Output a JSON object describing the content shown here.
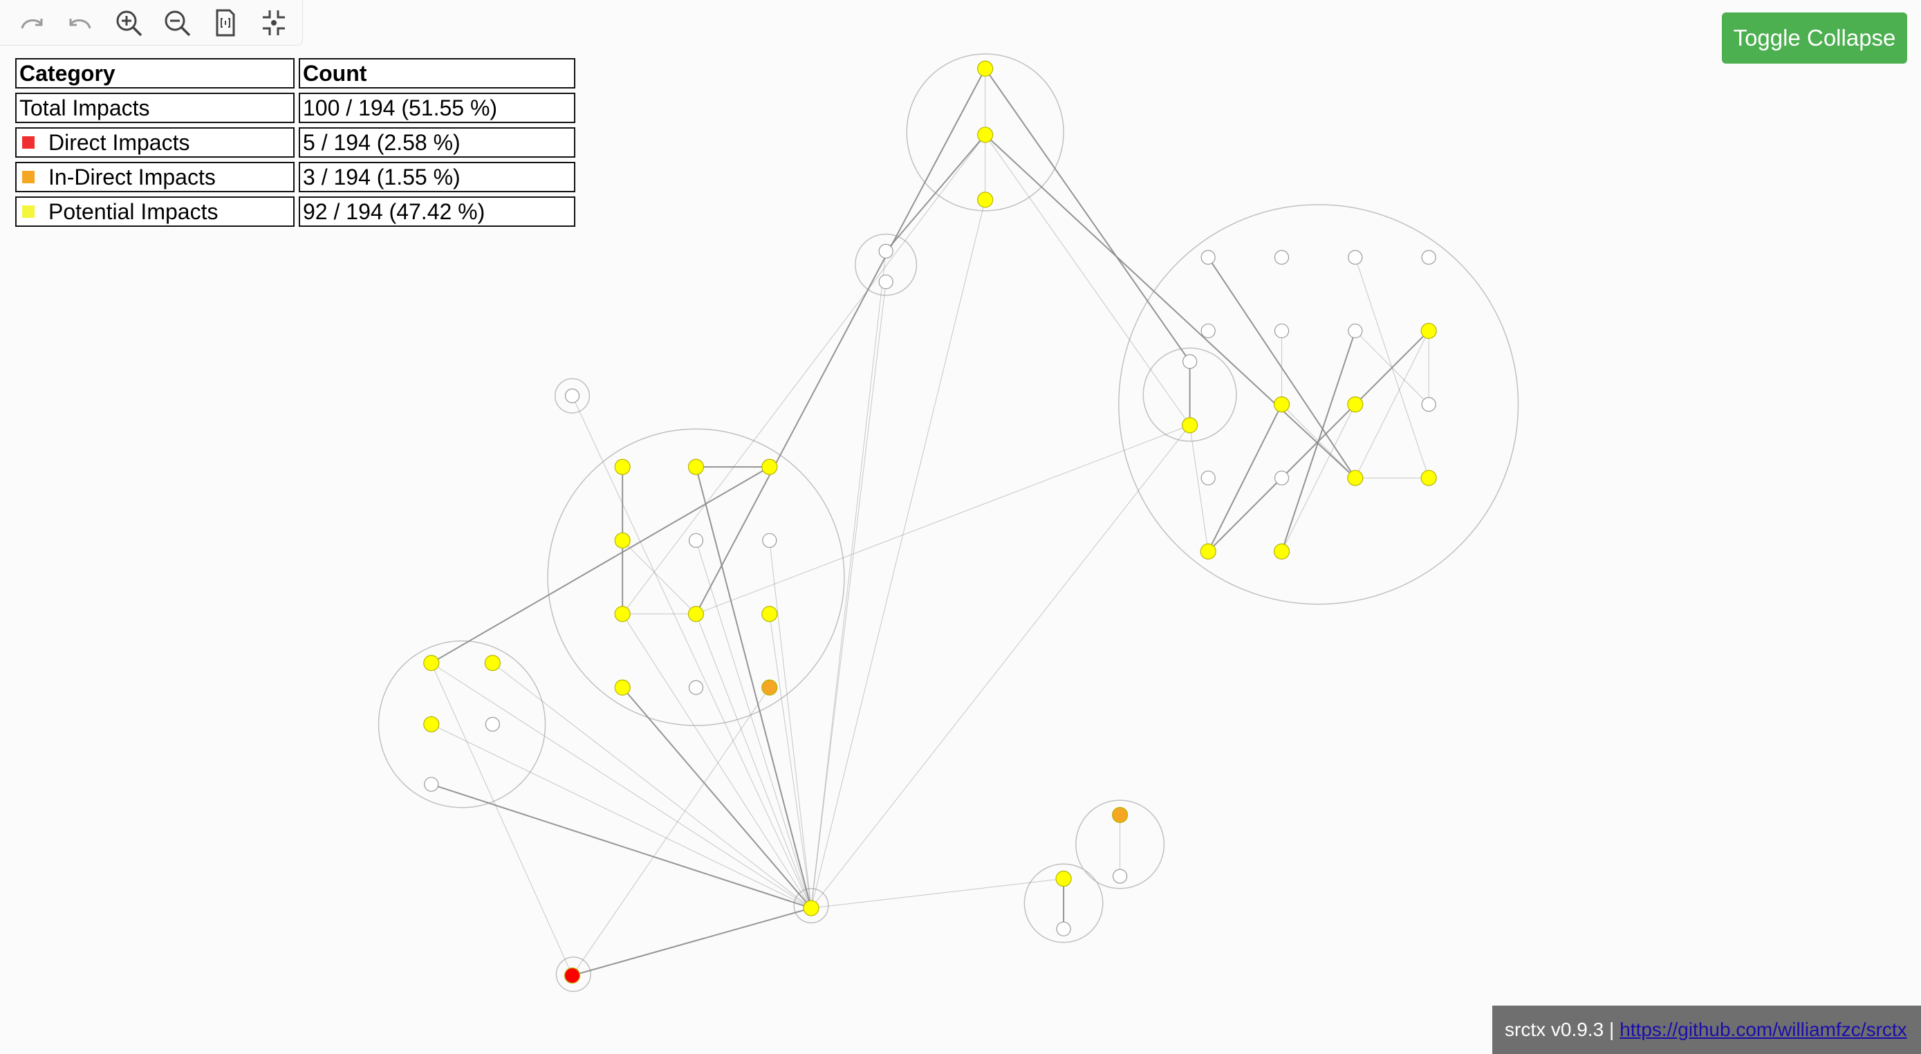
{
  "toolbar": {
    "buttons": [
      {
        "name": "redo-icon"
      },
      {
        "name": "undo-icon"
      },
      {
        "name": "zoom-in-icon"
      },
      {
        "name": "zoom-out-icon"
      },
      {
        "name": "fit-page-icon"
      },
      {
        "name": "center-icon"
      }
    ]
  },
  "legend": {
    "header_category": "Category",
    "header_count": "Count",
    "rows": [
      {
        "label": "Total Impacts",
        "count": "100 / 194 (51.55 %)",
        "color": ""
      },
      {
        "label": "Direct Impacts",
        "count": "5 / 194 (2.58 %)",
        "color": "#f03030"
      },
      {
        "label": "In-Direct Impacts",
        "count": "3 / 194 (1.55 %)",
        "color": "#f5a623"
      },
      {
        "label": "Potential Impacts",
        "count": "92 / 194 (47.42 %)",
        "color": "#f5f53c"
      }
    ]
  },
  "toggle_button": {
    "label": "Toggle Collapse"
  },
  "footer": {
    "version": "srctx v0.9.3 |",
    "link": "https://github.com/williamfzc/srctx"
  },
  "colors": {
    "potential": "#ffff00",
    "indirect": "#f5a623",
    "direct": "#ff0000",
    "group_stroke": "#c0c0c0",
    "edge": "#888888"
  }
}
